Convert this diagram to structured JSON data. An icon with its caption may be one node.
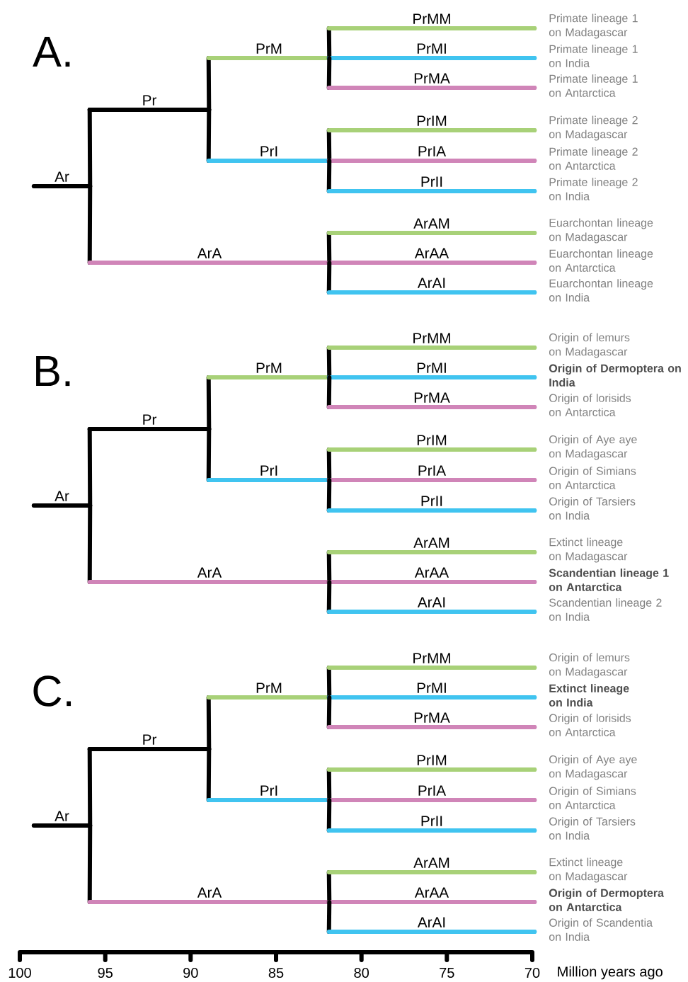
{
  "diagram": {
    "nodes": [
      {
        "text": [
          "Ar"
        ]
      },
      {
        "text": [
          "Pr"
        ]
      },
      {
        "text": [
          "PrM"
        ]
      },
      {
        "text": [
          "PrMM"
        ],
        "beside": [
          "Primate lineage 1 on Madagascar"
        ]
      },
      {
        "text": [
          "PrMI"
        ],
        "beside": [
          "Primate lineage 1 on India"
        ]
      },
      {
        "text": [
          "PrMA"
        ],
        "beside": [
          "Primate lineage 1 on Antarctica"
        ]
      },
      {
        "text": [
          "PrI"
        ]
      },
      {
        "text": [
          "PrIM"
        ],
        "beside": [
          "Primate lineage 2 on Madagascar"
        ]
      },
      {
        "text": [
          "PrIA"
        ],
        "beside": [
          "Primate lineage 2 on Antarctica"
        ]
      },
      {
        "text": [
          "PrII"
        ],
        "beside": [
          "Primate lineage 2 on India"
        ]
      },
      {
        "text": [
          "ArA"
        ]
      },
      {
        "text": [
          "ArAM"
        ],
        "beside": [
          "Euarchontan lineage on Madagascar"
        ]
      },
      {
        "text": [
          "ArAA"
        ],
        "beside": [
          "Euarchontan lineage on Antarctica"
        ]
      },
      {
        "text": [
          "ArAI"
        ],
        "beside": [
          "Euarchontan lineage on India"
        ]
      },
      {
        "text": [
          "Ar"
        ]
      },
      {
        "text": [
          "Pr"
        ]
      },
      {
        "text": [
          "PrM"
        ]
      },
      {
        "text": [
          "PrMM"
        ],
        "beside": [
          "Origin of lemurs on Madagascar"
        ]
      },
      {
        "text": [
          "PrMI"
        ],
        "beside": [
          "Origin of Dermoptera on India"
        ]
      },
      {
        "text": [
          "PrMA"
        ],
        "beside": [
          "Origin of lorisids on Antarctica"
        ]
      },
      {
        "text": [
          "PrI"
        ]
      },
      {
        "text": [
          "PrIM"
        ],
        "beside": [
          "Origin of Aye aye on Madagascar"
        ]
      },
      {
        "text": [
          "PrIA"
        ],
        "beside": [
          "Origin of Simians on Antarctica"
        ]
      },
      {
        "text": [
          "PrII"
        ],
        "beside": [
          "Origin of Tarsiers on India"
        ]
      },
      {
        "text": [
          "ArA"
        ]
      },
      {
        "text": [
          "ArAM"
        ],
        "beside": [
          "Extinct lineage on Madagascar"
        ]
      },
      {
        "text": [
          "ArAA"
        ],
        "beside": [
          "Scandentian lineage 1 on Antarctica"
        ]
      },
      {
        "text": [
          "ArAI"
        ],
        "beside": [
          "Scandentian lineage 2 on India"
        ]
      },
      {
        "text": [
          "Ar"
        ]
      },
      {
        "text": [
          "Pr"
        ]
      },
      {
        "text": [
          "PrM"
        ]
      },
      {
        "text": [
          "PrMM"
        ],
        "beside": [
          "Origin of lemurs on Madagascar"
        ]
      },
      {
        "text": [
          "PrMI"
        ],
        "beside": [
          "Extinct lineage on India"
        ]
      },
      {
        "text": [
          "PrMA"
        ],
        "beside": [
          "Origin of lorisids on Antarctica"
        ]
      },
      {
        "text": [
          "PrI"
        ]
      },
      {
        "text": [
          "PrIM"
        ],
        "beside": [
          "Origin of Aye aye on Madagascar"
        ]
      },
      {
        "text": [
          "PrIA"
        ],
        "beside": [
          "Origin of Simians on Antarctica"
        ]
      },
      {
        "text": [
          "PrII"
        ],
        "beside": [
          "Origin of Tarsiers on India"
        ]
      },
      {
        "text": [
          "ArA"
        ]
      },
      {
        "text": [
          "ArAM"
        ],
        "beside": [
          "Extinct lineage on Madagascar"
        ]
      },
      {
        "text": [
          "ArAA"
        ],
        "beside": [
          "Origin of Dermoptera on Antarctica"
        ]
      },
      {
        "text": [
          "ArAI"
        ],
        "beside": [
          "Origin of Scandentia on India"
        ]
      }
    ],
    "edges": [
      {
        "from": 0,
        "to": 1,
        "arrow": "none",
        "color": "#000000"
      },
      {
        "from": 0,
        "to": 10,
        "arrow": "none",
        "color": "#d085b8"
      },
      {
        "from": 1,
        "to": 2,
        "arrow": "none",
        "color": "#a8d178"
      },
      {
        "from": 1,
        "to": 6,
        "arrow": "none",
        "color": "#40c4f0"
      },
      {
        "from": 2,
        "to": 3,
        "arrow": "none",
        "color": "#a8d178"
      },
      {
        "from": 2,
        "to": 4,
        "arrow": "none",
        "color": "#40c4f0"
      },
      {
        "from": 2,
        "to": 5,
        "arrow": "none",
        "color": "#d085b8"
      },
      {
        "from": 6,
        "to": 7,
        "arrow": "none",
        "color": "#a8d178"
      },
      {
        "from": 6,
        "to": 8,
        "arrow": "none",
        "color": "#d085b8"
      },
      {
        "from": 6,
        "to": 9,
        "arrow": "none",
        "color": "#40c4f0"
      },
      {
        "from": 10,
        "to": 11,
        "arrow": "none",
        "color": "#a8d178"
      },
      {
        "from": 10,
        "to": 12,
        "arrow": "none",
        "color": "#d085b8"
      },
      {
        "from": 10,
        "to": 13,
        "arrow": "none",
        "color": "#40c4f0"
      },
      {
        "from": 14,
        "to": 15,
        "arrow": "none",
        "color": "#000000"
      },
      {
        "from": 14,
        "to": 24,
        "arrow": "none",
        "color": "#d085b8"
      },
      {
        "from": 15,
        "to": 16,
        "arrow": "none",
        "color": "#a8d178"
      },
      {
        "from": 15,
        "to": 20,
        "arrow": "none",
        "color": "#40c4f0"
      },
      {
        "from": 16,
        "to": 17,
        "arrow": "none",
        "color": "#a8d178"
      },
      {
        "from": 16,
        "to": 18,
        "arrow": "none",
        "color": "#40c4f0"
      },
      {
        "from": 16,
        "to": 19,
        "arrow": "none",
        "color": "#d085b8"
      },
      {
        "from": 20,
        "to": 21,
        "arrow": "none",
        "color": "#a8d178"
      },
      {
        "from": 20,
        "to": 22,
        "arrow": "none",
        "color": "#d085b8"
      },
      {
        "from": 20,
        "to": 23,
        "arrow": "none",
        "color": "#40c4f0"
      },
      {
        "from": 24,
        "to": 25,
        "arrow": "none",
        "color": "#a8d178"
      },
      {
        "from": 24,
        "to": 26,
        "arrow": "none",
        "color": "#d085b8"
      },
      {
        "from": 24,
        "to": 27,
        "arrow": "none",
        "color": "#40c4f0"
      },
      {
        "from": 28,
        "to": 29,
        "arrow": "none",
        "color": "#000000"
      },
      {
        "from": 28,
        "to": 38,
        "arrow": "none",
        "color": "#d085b8"
      },
      {
        "from": 29,
        "to": 30,
        "arrow": "none",
        "color": "#a8d178"
      },
      {
        "from": 29,
        "to": 34,
        "arrow": "none",
        "color": "#40c4f0"
      },
      {
        "from": 30,
        "to": 31,
        "arrow": "none",
        "color": "#a8d178"
      },
      {
        "from": 30,
        "to": 32,
        "arrow": "none",
        "color": "#40c4f0"
      },
      {
        "from": 30,
        "to": 33,
        "arrow": "none",
        "color": "#d085b8"
      },
      {
        "from": 34,
        "to": 35,
        "arrow": "none",
        "color": "#a8d178"
      },
      {
        "from": 34,
        "to": 36,
        "arrow": "none",
        "color": "#d085b8"
      },
      {
        "from": 34,
        "to": 37,
        "arrow": "none",
        "color": "#40c4f0"
      },
      {
        "from": 38,
        "to": 39,
        "arrow": "none",
        "color": "#a8d178"
      },
      {
        "from": 38,
        "to": 40,
        "arrow": "none",
        "color": "#d085b8"
      },
      {
        "from": 38,
        "to": 41,
        "arrow": "none",
        "color": "#40c4f0"
      }
    ],
    "labels": [
      "A.",
      "B.",
      "C.",
      "100",
      "95",
      "90",
      "85",
      "80",
      "75",
      "70",
      "Million years ago"
    ]
  }
}
